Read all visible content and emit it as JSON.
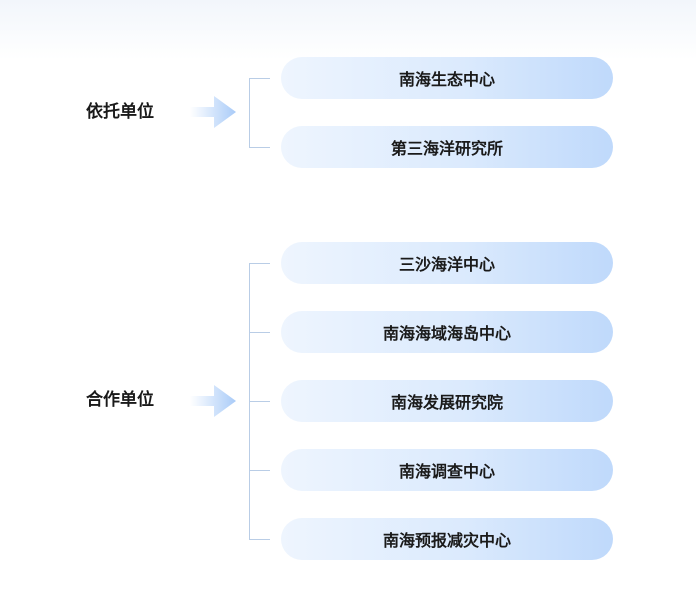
{
  "groups": [
    {
      "label": "依托单位",
      "items": [
        "南海生态中心",
        "第三海洋研究所"
      ]
    },
    {
      "label": "合作单位",
      "items": [
        "三沙海洋中心",
        "南海海域海岛中心",
        "南海发展研究院",
        "南海调查中心",
        "南海预报减灾中心"
      ]
    }
  ],
  "colors": {
    "pill_start": "#eef5fe",
    "pill_end": "#bfd9fb",
    "bracket": "#b9cde6",
    "arrow": "#a9cbf8",
    "text": "#1a1a1a"
  },
  "icons": {
    "arrow": "arrow-right-icon"
  }
}
